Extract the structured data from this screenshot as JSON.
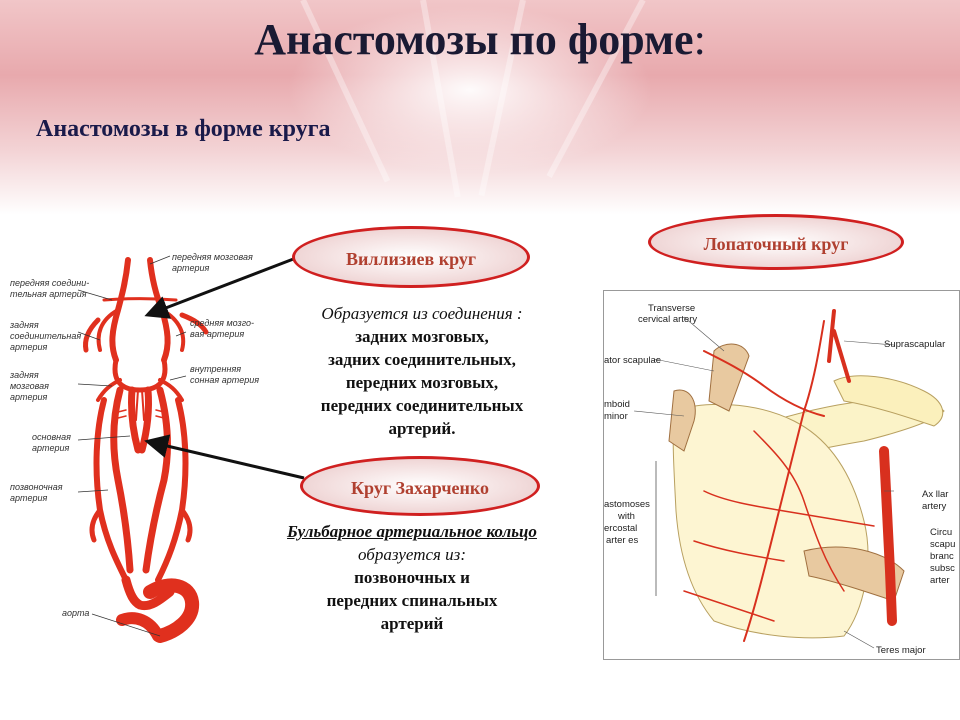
{
  "title": {
    "main": "Анастомозы по форме",
    "colon": ":"
  },
  "subtitle": "Анастомозы в форме круга",
  "willis": {
    "oval_label": "Виллизиев круг",
    "intro": "Образуется из соединения :",
    "lines": [
      "задних мозговых,",
      "задних соединительных,",
      "передних мозговых,",
      "передних соединительных",
      "артерий."
    ]
  },
  "zakharchenko": {
    "oval_label": "Круг Захарченко",
    "term": "Бульбарное артериальное кольцо",
    "intro_rest": " образуется из:",
    "lines": [
      "позвоночных и",
      "передних спинальных",
      "артерий"
    ]
  },
  "scapular": {
    "oval_label": "Лопаточный круг"
  },
  "left_figure_labels": {
    "l1a": "передняя соедини-",
    "l1b": "тельная артерия",
    "l2a": "задняя",
    "l2b": "соединительная",
    "l2c": "артерия",
    "l3a": "задняя",
    "l3b": "мозговая",
    "l3c": "артерия",
    "l4a": "основная",
    "l4b": "артерия",
    "l5a": "позвоночная",
    "l5b": "артерия",
    "l6": "аорта",
    "r1a": "передняя мозговая",
    "r1b": "артерия",
    "r2a": "средняя мозго-",
    "r2b": "вая артерия",
    "r3a": "внутренняя",
    "r3b": "сонная артерия"
  },
  "right_figure_labels": {
    "transverse1": "Transverse",
    "transverse2": "cervical artery",
    "levator": "ator scapulae",
    "rhomboid1": "mboid",
    "rhomboid2": "minor",
    "supra": "Suprascapular",
    "anast1": "astomoses",
    "anast2": "with",
    "anast3": "ercostal",
    "anast4": "arter es",
    "ax1": "Ax llar",
    "ax2": "artery",
    "circ1": "Circu",
    "circ2": "scapu",
    "circ3": "branc",
    "circ4": "subsc",
    "circ5": "arter",
    "teres": "Teres major"
  },
  "colors": {
    "oval_border": "#d02020",
    "oval_text": "#b04030",
    "artery": "#e0301e",
    "title": "#1a1a33"
  }
}
